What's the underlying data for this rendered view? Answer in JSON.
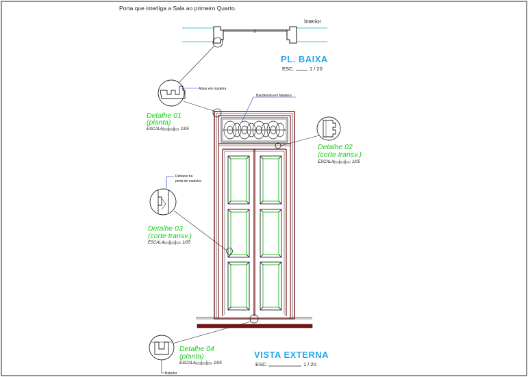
{
  "header": {
    "title": "Porta que interliga a Sala ao primeiro Quarto.",
    "interior_label": "Interior"
  },
  "plan": {
    "title": "PL. BAIXA",
    "esc_prefix": "ESC.",
    "scale": "1 / 20"
  },
  "elevation": {
    "title": "VISTA EXTERNA",
    "esc_prefix": "ESC.",
    "scale": "1 / 20"
  },
  "notes": {
    "alisar": "Alisar em madeira",
    "bandeirola": "Bandeirola em Madeira",
    "rebaixo_line1": "Rebaixo na",
    "rebaixo_line2": "porta de madeira",
    "batedor": "Batedor"
  },
  "details": [
    {
      "name": "Detalhe 01",
      "sub": "(planta)",
      "scale_label": "ESCALA:",
      "scale": "1/05"
    },
    {
      "name": "Detalhe 02",
      "sub": "(corte transv.)",
      "scale_label": "ESCALA:",
      "scale": "1/05"
    },
    {
      "name": "Detalhe 03",
      "sub": "(corte transv.)",
      "scale_label": "ESCALA:",
      "scale": "1/05"
    },
    {
      "name": "Detalhe 04",
      "sub": "(planta)",
      "scale_label": "ESCALA:",
      "scale": "1/05"
    }
  ],
  "colors": {
    "frame": "#7a1212",
    "panel": "#18b818",
    "title_blue": "#22a8ee",
    "detail_green": "#18c818",
    "callout_blue": "#2233dd",
    "plan_cyan": "#00b8c8"
  }
}
